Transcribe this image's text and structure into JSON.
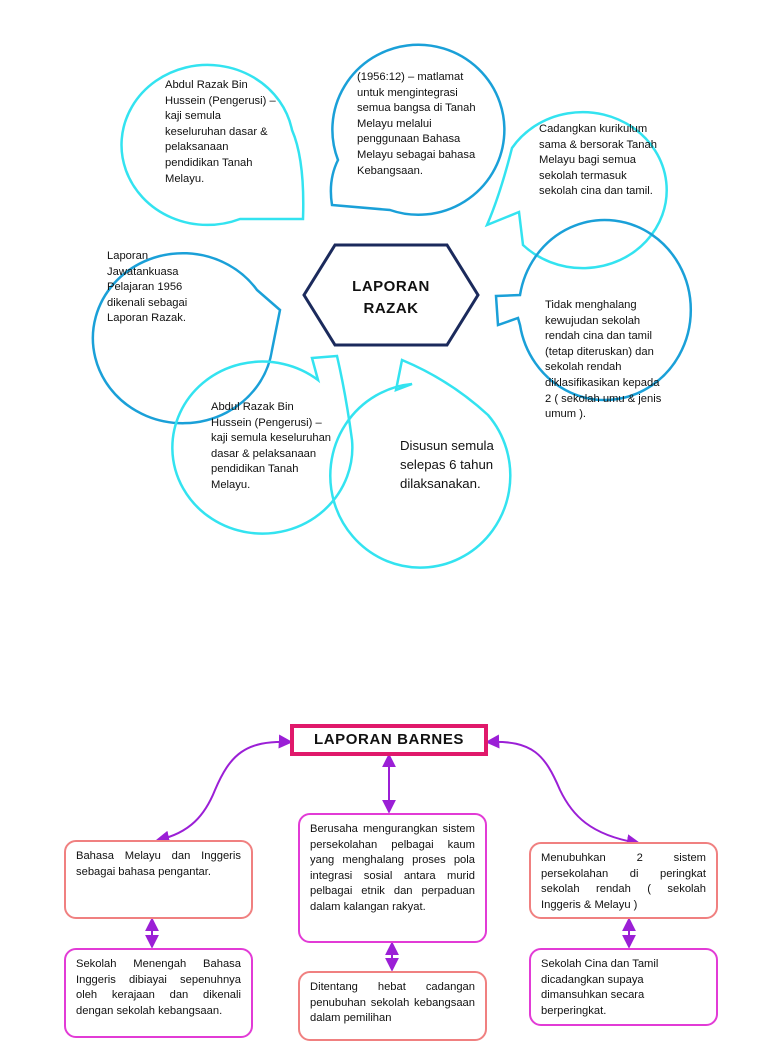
{
  "razak": {
    "title_line1": "LAPORAN",
    "title_line2": "RAZAK",
    "bubbles": [
      "Abdul Razak Bin Hussein (Pengerusi) – kaji semula keseluruhan dasar & pelaksanaan pendidikan  Tanah Melayu.",
      "(1956:12) – matlamat untuk mengintegrasi semua bangsa di Tanah Melayu melalui penggunaan Bahasa Melayu sebagai bahasa Kebangsaan.",
      "Cadangkan kurikulum sama & bersorak Tanah Melayu bagi semua sekolah termasuk sekolah cina dan tamil.",
      "Laporan Jawatankuasa Pelajaran 1956 dikenali sebagai Laporan Razak.",
      "Tidak menghalang kewujudan sekolah rendah cina dan tamil (tetap diteruskan) dan sekolah rendah diklasifikasikan kepada 2 ( sekolah umu & jenis umum ).",
      "Abdul Razak Bin Hussein (Pengerusi) – kaji semula keseluruhan dasar & pelaksanaan pendidikan  Tanah Melayu.",
      "Disusun semula selepas 6 tahun dilaksanakan."
    ],
    "colors": {
      "cyan": "#33e3f0",
      "blue": "#1aa0d8",
      "hexagon": "#1b2a5c"
    }
  },
  "barnes": {
    "title": "LAPORAN  BARNES",
    "left_top": "Bahasa Melayu dan Inggeris sebagai bahasa pengantar.",
    "left_bottom": "Sekolah Menengah Bahasa Inggeris dibiayai sepenuhnya oleh kerajaan dan dikenali dengan sekolah kebangsaan.",
    "center_top": "Berusaha mengurangkan sistem persekolahan pelbagai kaum yang menghalang proses pola integrasi sosial antara murid pelbagai etnik dan perpaduan dalam kalangan rakyat.",
    "center_bottom": "Ditentang hebat cadangan penubuhan sekolah kebangsaan dalam pemilihan",
    "right_top": "Menubuhkan 2 sistem persekolahan di peringkat sekolah rendah ( sekolah Inggeris & Melayu )",
    "right_bottom": "Sekolah Cina dan Tamil dicadangkan supaya dimansuhkan secara berperingkat.",
    "colors": {
      "title_border": "#e0196b",
      "arrow": "#9b1fd6",
      "salmon": "#f08080",
      "magenta": "#e23bd6"
    }
  }
}
